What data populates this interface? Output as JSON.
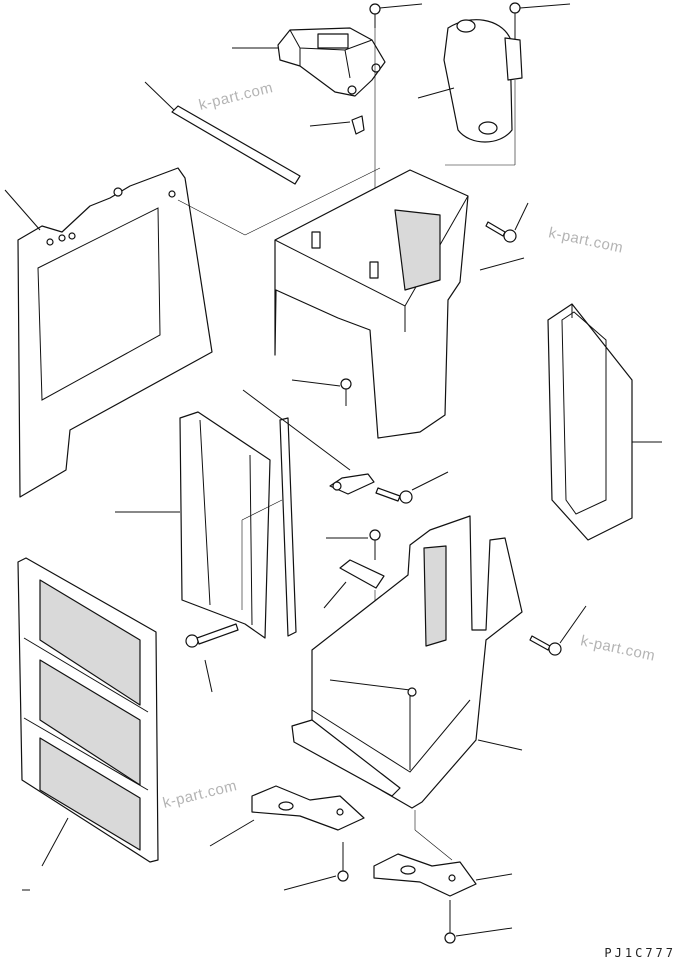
{
  "watermarks": [
    "k-part.com",
    "k-part.com",
    "k-part.com",
    "k-part.com"
  ],
  "drawing_code": "PJ1C777",
  "colors": {
    "line": "#111111",
    "watermark": "#b4b4b4",
    "background": "#ffffff"
  }
}
